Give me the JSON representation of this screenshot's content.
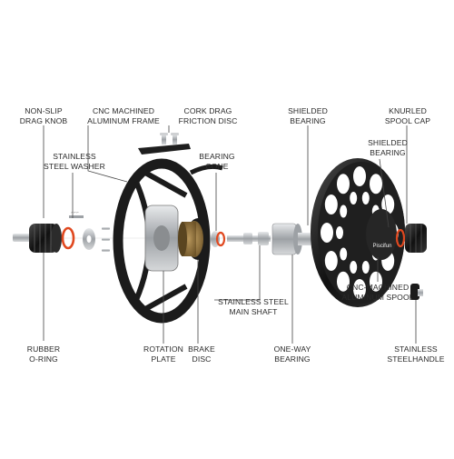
{
  "brand_text": "Piscifun",
  "labels": {
    "drag_knob": [
      "NON-SLIP",
      "DRAG KNOB"
    ],
    "frame": [
      "CNC MACHINED",
      "ALUMINUM FRAME"
    ],
    "cork": [
      "CORK DRAG",
      "FRICTION DISC"
    ],
    "shielded_bearing_top": [
      "SHIELDED",
      "BEARING"
    ],
    "spool_cap": [
      "KNURLED",
      "SPOOL CAP"
    ],
    "washer": [
      "STAINLESS",
      "STEEL WASHER"
    ],
    "bearing_cone": [
      "BEARING",
      "CONE"
    ],
    "shielded_bearing_right": [
      "SHIELDED",
      "BEARING"
    ],
    "main_shaft": [
      "STAINLESS STEEL",
      "MAIN SHAFT"
    ],
    "spool": [
      "CNC-MACHINED",
      "ALUMINUM SPOOL"
    ],
    "o_ring": [
      "RUBBER",
      "O-RING"
    ],
    "rotation_plate": [
      "ROTATION",
      "PLATE"
    ],
    "brake_disc": [
      "BRAKE",
      "DISC"
    ],
    "one_way_bearing": [
      "ONE-WAY",
      "BEARING"
    ],
    "handle": [
      "STAINLESS",
      "STEELHANDLE"
    ]
  },
  "colors": {
    "frame": "#1b1b1b",
    "metal": "#bfc2c5",
    "accent_ring": "#e0481f",
    "cork": "#9a7a45",
    "leader": "#444444"
  }
}
